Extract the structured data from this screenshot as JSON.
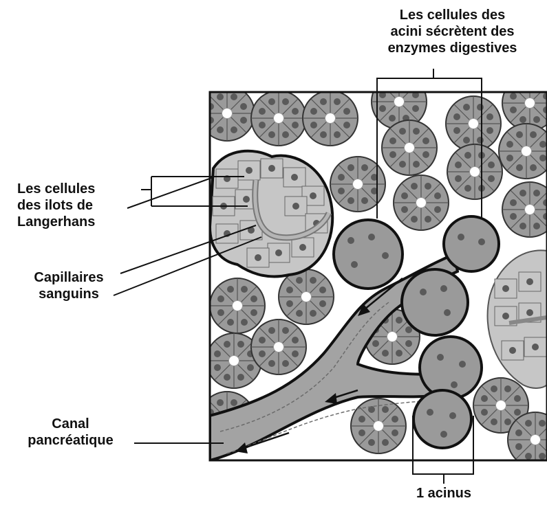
{
  "labels": {
    "acini_cells": [
      "Les cellules des",
      "acini sécrètent des",
      "enzymes digestives"
    ],
    "islet_cells": [
      "Les cellules",
      "des ilots de",
      "Langerhans"
    ],
    "capillaries": [
      "Capillaires",
      "sanguins"
    ],
    "duct": [
      "Canal",
      "pancréatique"
    ],
    "acinus": "1 acinus"
  },
  "colors": {
    "background": "#ffffff",
    "acinus_fill": "#9a9a9a",
    "acinus_cell": "#8d8d8d",
    "nucleus": "#5a5a5a",
    "islet_fill": "#c6c6c6",
    "duct_fill": "#a3a3a3",
    "outline": "#111111"
  }
}
